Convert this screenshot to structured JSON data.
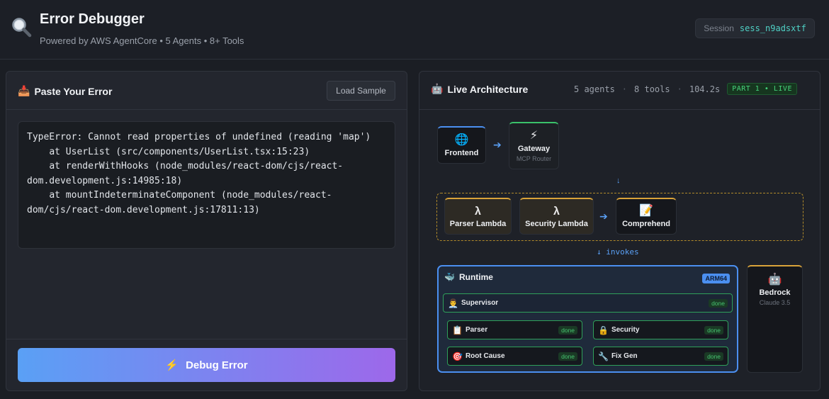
{
  "header": {
    "title": "Error Debugger",
    "subtitle": "Powered by AWS AgentCore • 5 Agents • 8+ Tools",
    "session_label": "Session",
    "session_id": "sess_n9adsxtf",
    "logo_icon": "magnifier-icon"
  },
  "input_panel": {
    "title": "Paste Your Error",
    "title_icon": "📥",
    "load_sample_label": "Load Sample",
    "error_text": "TypeError: Cannot read properties of undefined (reading 'map')\n    at UserList (src/components/UserList.tsx:15:23)\n    at renderWithHooks (node_modules/react-dom/cjs/react-dom.development.js:14985:18)\n    at mountIndeterminateComponent (node_modules/react-dom/cjs/react-dom.development.js:17811:13)",
    "debug_button_label": "Debug Error",
    "debug_button_icon": "⚡"
  },
  "architecture": {
    "title": "Live Architecture",
    "title_icon": "🤖",
    "stats": {
      "agents": "5 agents",
      "tools": "8 tools",
      "time": "104.2s"
    },
    "live_badge": "PART 1 • LIVE",
    "frontend": {
      "label": "Frontend",
      "icon": "🌐"
    },
    "gateway": {
      "label": "Gateway",
      "sub": "MCP Router",
      "icon": "⚡"
    },
    "arrow_right": "➔",
    "arrow_down": "↓",
    "parser_lambda": {
      "label": "Parser Lambda",
      "icon": "λ"
    },
    "security_lambda": {
      "label": "Security Lambda",
      "icon": "λ"
    },
    "comprehend": {
      "label": "Comprehend",
      "icon": "📝"
    },
    "invokes_label": "↓ invokes",
    "runtime": {
      "title": "Runtime",
      "icon": "🐳",
      "badge": "ARM64",
      "agents": [
        {
          "label": "Supervisor",
          "icon": "👨‍💼",
          "status": "done"
        },
        {
          "label": "Parser",
          "icon": "📋",
          "status": "done"
        },
        {
          "label": "Security",
          "icon": "🔒",
          "status": "done"
        },
        {
          "label": "Root Cause",
          "icon": "🎯",
          "status": "done"
        },
        {
          "label": "Fix Gen",
          "icon": "🔧",
          "status": "done"
        }
      ]
    },
    "bedrock": {
      "label": "Bedrock",
      "sub": "Claude 3.5",
      "icon": "🤖"
    }
  },
  "colors": {
    "accent_blue": "#4b8ff0",
    "accent_green": "#3ac26a",
    "accent_orange": "#d9a33a",
    "session_id": "#4fd1c5"
  }
}
